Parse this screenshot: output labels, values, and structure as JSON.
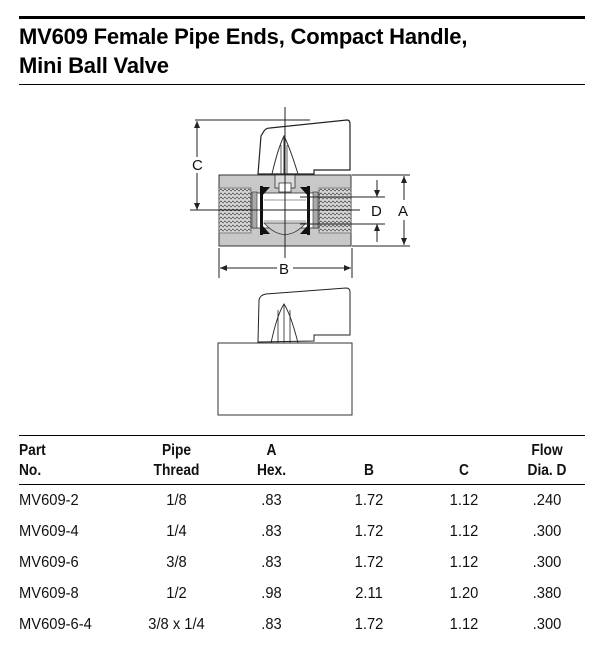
{
  "document": {
    "title_line1": "MV609 Female Pipe Ends, Compact Handle,",
    "title_line2": "Mini Ball Valve"
  },
  "diagram": {
    "labels": {
      "c": "C",
      "d": "D",
      "a": "A",
      "b": "B"
    },
    "colors": {
      "body_fill": "#c8c8c8",
      "seat_fill": "#111111",
      "outline": "#222222"
    }
  },
  "table": {
    "headers": [
      {
        "line1": "Part",
        "line2": "No."
      },
      {
        "line1": "Pipe",
        "line2": "Thread"
      },
      {
        "line1": "A",
        "line2": "Hex."
      },
      {
        "line1": "",
        "line2": "B"
      },
      {
        "line1": "",
        "line2": "C"
      },
      {
        "line1": "Flow",
        "line2": "Dia. D"
      }
    ],
    "rows": [
      [
        "MV609-2",
        "1/8",
        ".83",
        "1.72",
        "1.12",
        ".240"
      ],
      [
        "MV609-4",
        "1/4",
        ".83",
        "1.72",
        "1.12",
        ".300"
      ],
      [
        "MV609-6",
        "3/8",
        ".83",
        "1.72",
        "1.12",
        ".300"
      ],
      [
        "MV609-8",
        "1/2",
        ".98",
        "2.11",
        "1.20",
        ".380"
      ],
      [
        "MV609-6-4",
        "3/8 x 1/4",
        ".83",
        "1.72",
        "1.12",
        ".300"
      ]
    ]
  }
}
